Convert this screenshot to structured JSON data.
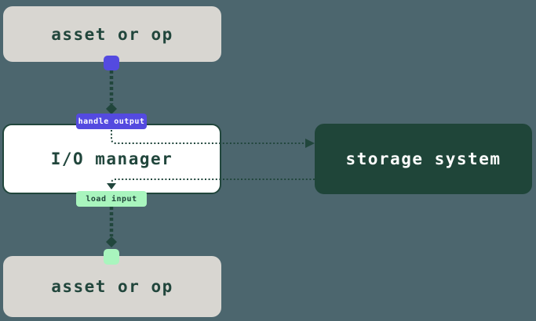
{
  "nodes": {
    "asset_top": {
      "label": "asset or op"
    },
    "io_manager": {
      "label": "I/O manager"
    },
    "storage": {
      "label": "storage system"
    },
    "asset_bottom": {
      "label": "asset or op"
    }
  },
  "edges": {
    "handle_output": {
      "label": "handle output"
    },
    "load_input": {
      "label": "load input"
    }
  },
  "icons": {
    "output_port": "square-port",
    "input_port": "square-port",
    "diamond_top": "diamond-endpoint",
    "diamond_bottom": "diamond-endpoint",
    "arrow_to_storage": "arrowhead-right",
    "arrow_to_load_input": "arrowhead-down"
  },
  "colors": {
    "background": "#4C666E",
    "node_gray": "#D8D6D1",
    "node_white": "#FFFFFF",
    "storage_green": "#1F4539",
    "dark_green": "#21463C",
    "accent_purple": "#544AE0",
    "accent_mint": "#A9F5BE",
    "text_light": "#FFFFFF"
  }
}
